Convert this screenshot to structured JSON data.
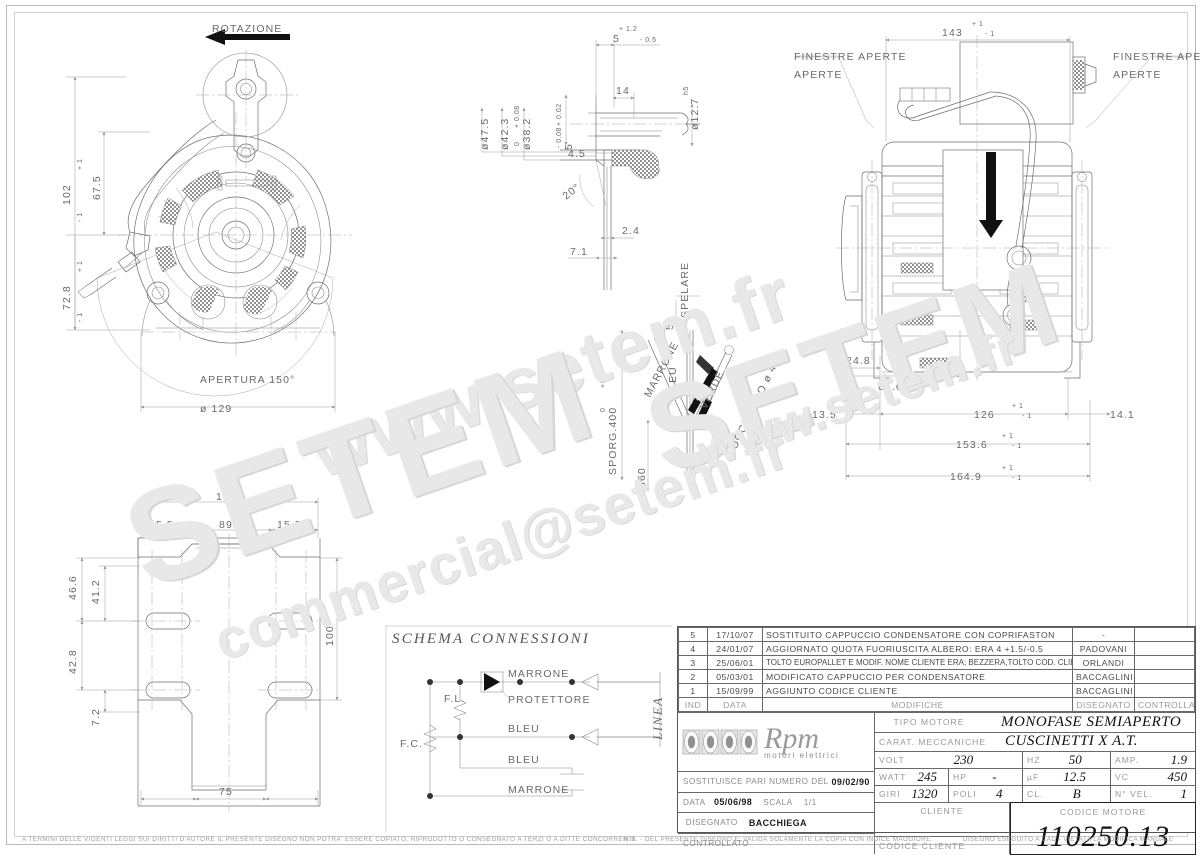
{
  "document": {
    "kind": "technical-drawing",
    "motor_code": "110250.13"
  },
  "views": {
    "front": {
      "rotation_label": "ROTAZIONE",
      "aperture_label": "APERTURA 150°",
      "diameter_label": "ø 129",
      "dims": [
        "102",
        "67.5",
        "72.8"
      ],
      "tol_plus": "+ 1",
      "tol_minus": "- 1"
    },
    "shaft": {
      "dims": [
        "ø47.5",
        "ø42.3",
        "ø38.2",
        "5",
        "5",
        "14",
        "ø12.7",
        "4.5",
        "20°",
        "2.4",
        "7.1"
      ],
      "tol_382_plus": "+ 0.08",
      "tol_382_minus": "0",
      "tol_5_plus": "+ 0.02",
      "tol_5_minus": "- 0.08",
      "tol_5top_plus": "+ 1.2",
      "tol_5top_minus": "- 0.5",
      "fit_h5": "h5"
    },
    "cables": {
      "sporg": "SPORG.400",
      "sporg_plus": "+30",
      "sporg_minus": "0",
      "len_360": "360",
      "len_5": "5",
      "spelare": "SPELARE",
      "wire_brown": "MARRONE",
      "wire_blue": "BLEU",
      "wire_green": "VERDE",
      "eyelet": "OCCHIELLO ø 4.2"
    },
    "side": {
      "windows_left": "FINESTRE APERTE",
      "windows_right": "FINESTRE APERTE",
      "dims": [
        "143",
        "24.8",
        "61.65",
        "13.5",
        "126",
        "14.1",
        "153.6",
        "164.9"
      ],
      "tol_plus": "+ 1",
      "tol_minus": "- 1"
    },
    "bracket": {
      "dims": [
        "136",
        "15.5",
        "89",
        "15.5",
        "46.6",
        "41.2",
        "42.8",
        "7.2",
        "100",
        "75"
      ]
    }
  },
  "schema": {
    "title": "SCHEMA CONNESSIONI",
    "line_label": "LINEA",
    "protector": "PROTETTORE",
    "coil_main": "F.L.",
    "coil_aux": "F.C.",
    "labels": [
      "MARRONE",
      "BLEU",
      "BLEU",
      "MARRONE"
    ]
  },
  "title_block": {
    "revision_headers": {
      "ind": "IND",
      "data": "DATA",
      "modifiche": "MODIFICHE",
      "disegnato": "DISEGNATO",
      "controllato": "CONTROLLATO"
    },
    "revisions": [
      {
        "ind": "5",
        "date": "17/10/07",
        "desc": "SOSTITUITO CAPPUCCIO CONDENSATORE CON COPRIFASTON",
        "by": "-",
        "chk": ""
      },
      {
        "ind": "4",
        "date": "24/01/07",
        "desc": "AGGIORNATO QUOTA FUORIUSCITA ALBERO: ERA 4 +1.5/-0.5",
        "by": "PADOVANI",
        "chk": ""
      },
      {
        "ind": "3",
        "date": "25/06/01",
        "desc": "TOLTO EUROPALLET E MODIF. NOME CLIENTE ERA; BEZZERA,TOLTO COD. CLIENTE",
        "by": "ORLANDI",
        "chk": ""
      },
      {
        "ind": "2",
        "date": "05/03/01",
        "desc": "MODIFICATO CAPPUCCIO PER CONDENSATORE",
        "by": "BACCAGLINI",
        "chk": ""
      },
      {
        "ind": "1",
        "date": "15/09/99",
        "desc": "AGGIUNTO CODICE CLIENTE",
        "by": "BACCAGLINI",
        "chk": ""
      }
    ],
    "logo": {
      "brand": "Rpm",
      "subtitle": "motori elettrici"
    },
    "sostituisce_label": "SOSTITUISCE PARI NUMERO DEL",
    "sostituisce_value": "09/02/90",
    "data_label": "DATA",
    "data_value": "05/06/98",
    "scala_label": "SCALA",
    "scala_value": "1/1",
    "disegnato_label": "DISEGNATO",
    "disegnato_value": "BACCHIEGA",
    "controllato_label": "CONTROLLATO",
    "tipo_motore_label": "TIPO MOTORE",
    "tipo_motore_value": "MONOFASE SEMIAPERTO",
    "carat_label": "CARAT. MECCANICHE",
    "carat_value": "CUSCINETTI X A.T.",
    "volt_label": "VOLT",
    "volt_value": "230",
    "hz_label": "HZ",
    "hz_value": "50",
    "amp_label": "AMP.",
    "amp_value": "1.9",
    "watt_label": "WATT",
    "watt_value": "245",
    "hp_label": "HP",
    "hp_value": "-",
    "uf_label": "µF",
    "uf_value": "12.5",
    "vc_label": "VC",
    "vc_value": "450",
    "giri_label": "GIRI",
    "giri_value": "1320",
    "poli_label": "POLI",
    "poli_value": "4",
    "cl_label": "CL.",
    "cl_value": "B",
    "nvel_label": "N° VEL.",
    "nvel_value": "1",
    "cliente_label": "CLIENTE",
    "codice_cliente_label": "CODICE CLIENTE",
    "codice_motore_label": "CODICE MOTORE",
    "codice_motore_value": "110250.13"
  },
  "footer": {
    "left": "A TERMINI DELLE VIGENTI LEGGI SUI DIRITTI D'AUTORE IL PRESENTE DISEGNO NON POTRA' ESSERE COPIATO, RIPRODOTTO O CONSEGNATO A TERZI O A DITTE CONCORRENTI.",
    "middle": "N.B. - DEL PRESENTE DISEGNO E' VALIDA SOLAMENTE LA COPIA CON INDICE MAGGIORE.",
    "right": "DISEGNO ESEGUITO A CAD - VIETATA LA MODIFICA MANUALE"
  },
  "watermarks": {
    "w1": "www.setem.fr",
    "w2": "SETEM",
    "w3": "SETEM",
    "w4": "www.setem.fr",
    "w5": "commercial@setem.fr"
  }
}
